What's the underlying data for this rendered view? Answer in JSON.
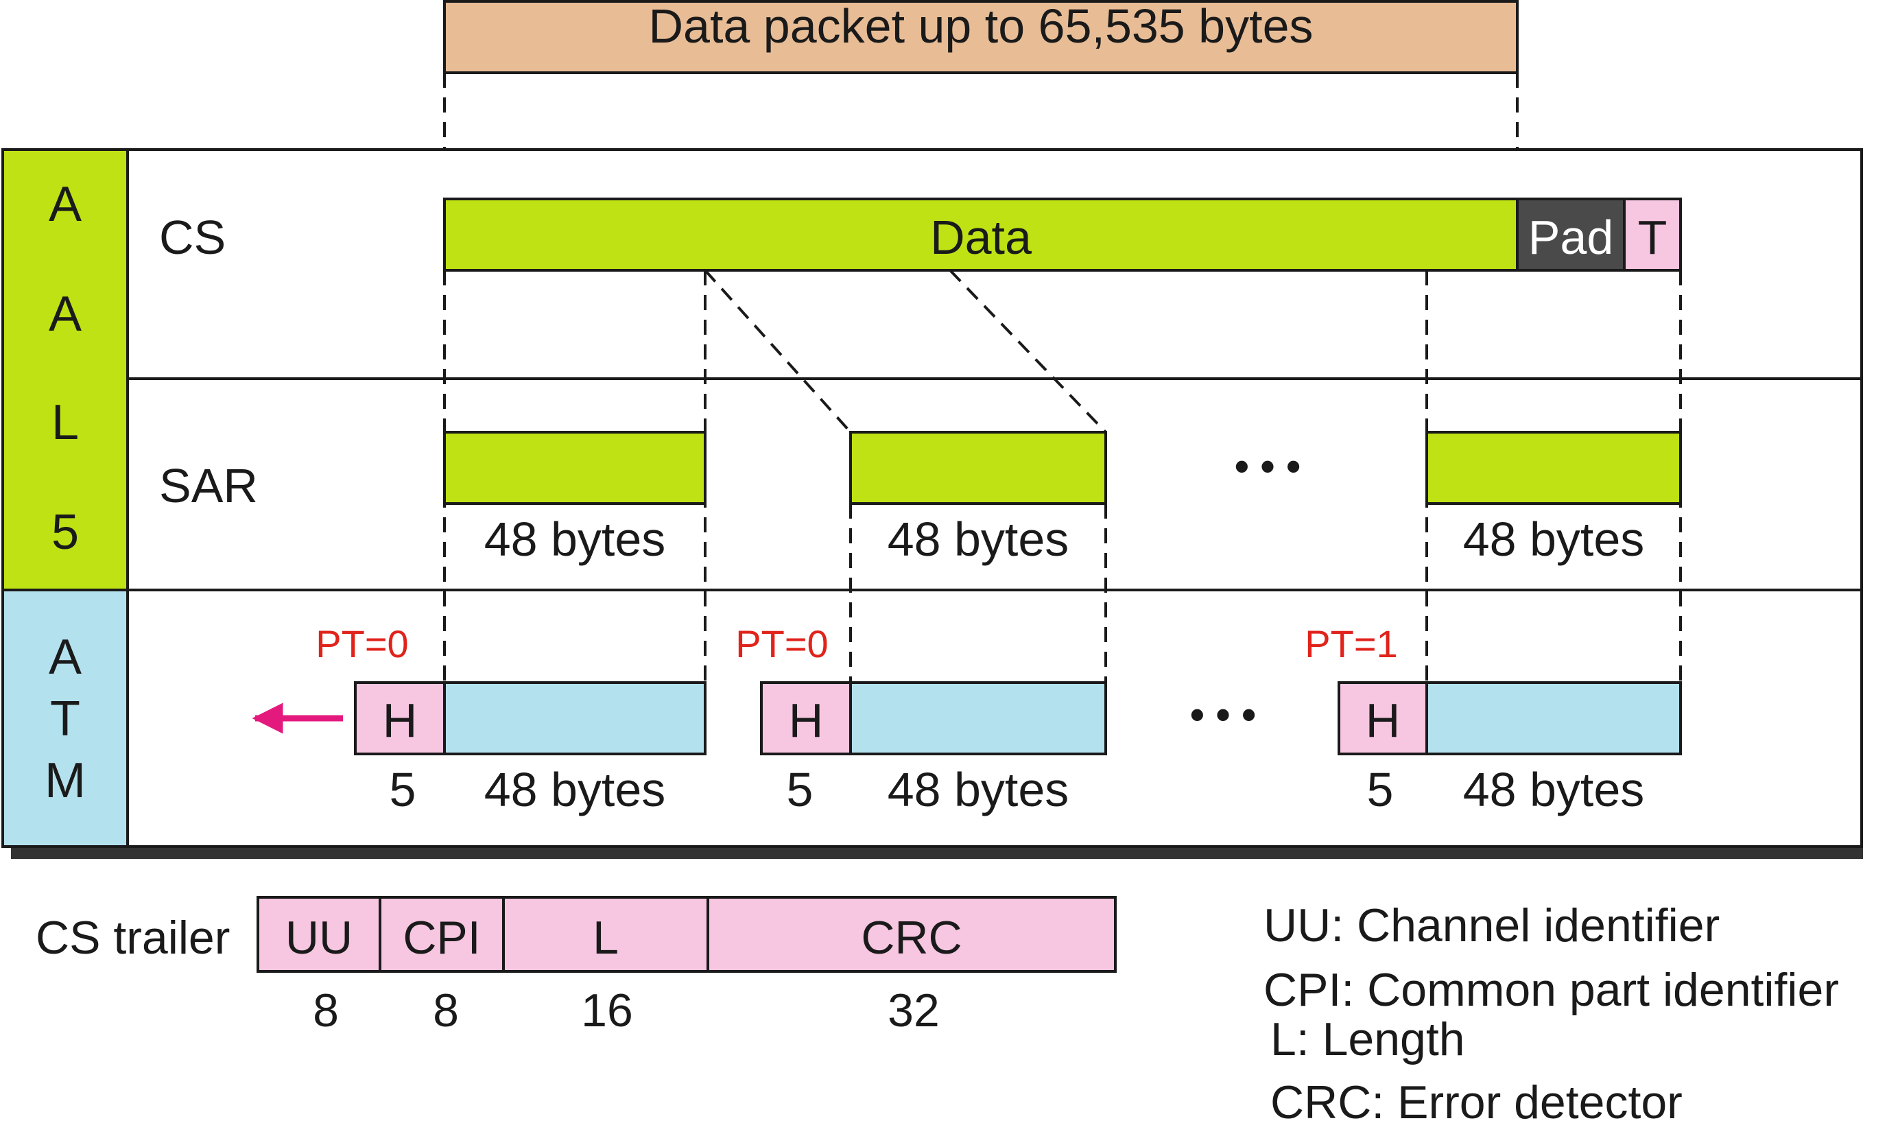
{
  "packet": {
    "label": "Data packet up to 65,535 bytes"
  },
  "aal5": {
    "letters": [
      "A",
      "A",
      "L",
      "5"
    ],
    "cs": {
      "row_label": "CS",
      "data_label": "Data",
      "pad_label": "Pad",
      "trailer_label": "T"
    },
    "sar": {
      "row_label": "SAR",
      "ellipsis": "• • •",
      "blocks": [
        {
          "size_label": "48 bytes"
        },
        {
          "size_label": "48 bytes"
        },
        {
          "size_label": "48 bytes"
        }
      ]
    }
  },
  "atm": {
    "letters": [
      "A",
      "T",
      "M"
    ],
    "ellipsis": "• • •",
    "cells": [
      {
        "pt": "PT=0",
        "header": "H",
        "header_size": "5",
        "payload_size": "48 bytes"
      },
      {
        "pt": "PT=0",
        "header": "H",
        "header_size": "5",
        "payload_size": "48 bytes"
      },
      {
        "pt": "PT=1",
        "header": "H",
        "header_size": "5",
        "payload_size": "48 bytes"
      }
    ]
  },
  "cs_trailer": {
    "label": "CS trailer",
    "fields": [
      {
        "name": "UU",
        "bits": "8"
      },
      {
        "name": "CPI",
        "bits": "8"
      },
      {
        "name": "L",
        "bits": "16"
      },
      {
        "name": "CRC",
        "bits": "32"
      }
    ]
  },
  "legend": [
    {
      "text": "UU: Channel identifier"
    },
    {
      "text": "CPI: Common part identifier"
    },
    {
      "text": "L: Length"
    },
    {
      "text": "CRC: Error detector"
    }
  ],
  "colors": {
    "packet": "#e8bd96",
    "aal_green": "#bee213",
    "atm_blue": "#b4e1ee",
    "pink": "#f7c6e1",
    "pad": "#4a4a4a",
    "arrow": "#e4197e",
    "pt_red": "#e0231b"
  }
}
